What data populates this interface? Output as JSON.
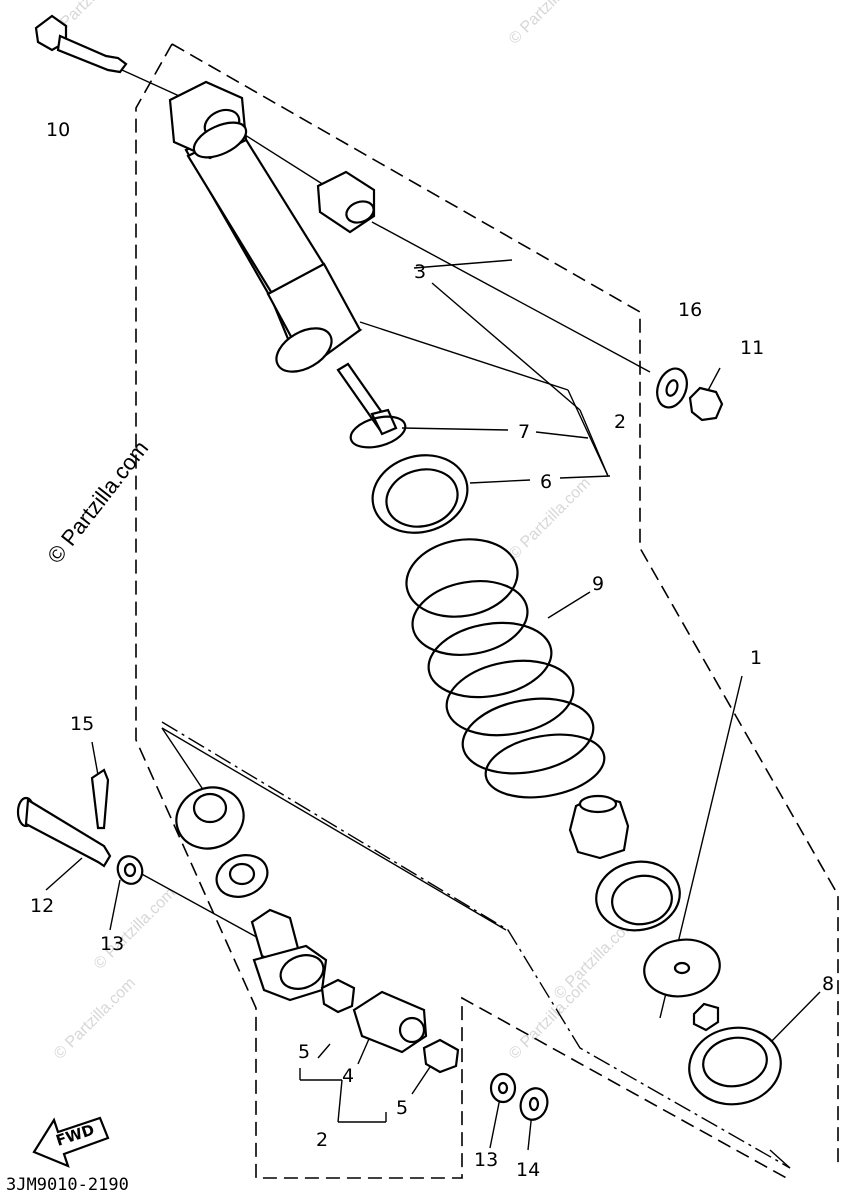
{
  "diagram": {
    "code": "3JM9010-2190",
    "fwd_label": "FWD",
    "watermark_main": "© Partzilla.com",
    "watermark_faint": "© Partzilla.com",
    "callouts": {
      "c1": "1",
      "c2a": "2",
      "c2b": "2",
      "c3": "3",
      "c4": "4",
      "c5a": "5",
      "c5b": "5",
      "c6": "6",
      "c7": "7",
      "c8": "8",
      "c9": "9",
      "c10": "10",
      "c11": "11",
      "c12": "12",
      "c13a": "13",
      "c13b": "13",
      "c14": "14",
      "c15": "15",
      "c16": "16"
    }
  }
}
